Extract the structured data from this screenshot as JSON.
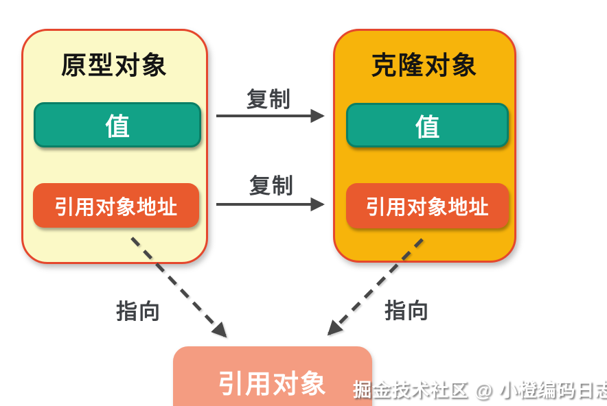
{
  "diagram": {
    "prototype_box": {
      "title": "原型对象",
      "value_label": "值",
      "ref_label": "引用对象地址"
    },
    "clone_box": {
      "title": "克隆对象",
      "value_label": "值",
      "ref_label": "引用对象地址"
    },
    "arrows": {
      "copy_top_label": "复制",
      "copy_bottom_label": "复制",
      "point_left_label": "指向",
      "point_right_label": "指向"
    },
    "reference_box": {
      "label": "引用对象"
    },
    "watermark": "掘金技术社区 @ 小橙编码日志",
    "colors": {
      "prototype_fill": "#fbf9c6",
      "clone_fill": "#f7b40b",
      "outer_border": "#e5472d",
      "value_fill": "#12a287",
      "value_border": "#0a7f66",
      "ref_fill": "#e95a2e",
      "reference_fill": "#f49c81",
      "arrow_gray": "#474747",
      "label_gray": "#3e4145"
    }
  }
}
